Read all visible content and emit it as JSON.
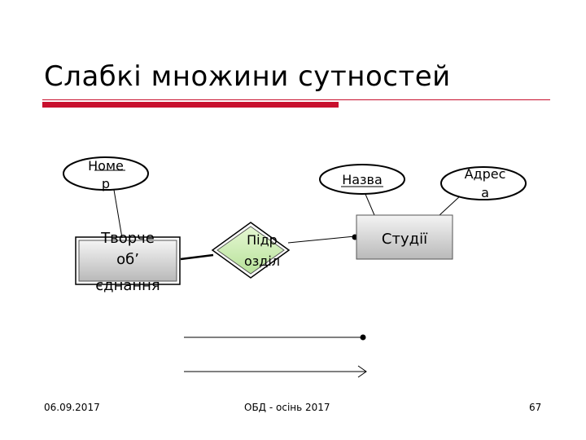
{
  "slide": {
    "title": "Слабкі множини сутностей",
    "accent_color": "#c8102e"
  },
  "diagram": {
    "entities": {
      "weak": [
        "Творче",
        "об’",
        "єднання"
      ],
      "strong": "Студії"
    },
    "relationship": [
      "Підр",
      "озділ"
    ],
    "attributes": {
      "number": [
        "Номе",
        "р"
      ],
      "name": "Назва",
      "address": [
        "Адрес",
        "а"
      ]
    }
  },
  "footer": {
    "date": "06.09.2017",
    "course": "ОБД - осінь 2017",
    "page": "67"
  }
}
